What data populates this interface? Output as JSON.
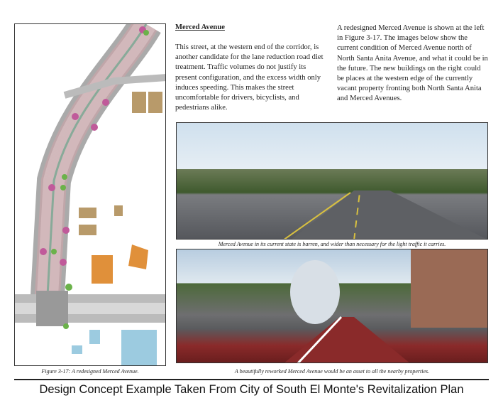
{
  "heading": "Merced Avenue",
  "para1": "This street, at the western end of the corridor, is another candidate for the lane reduction road diet treatment.  Traffic volumes do not justify its present configuration, and the excess width only induces speeding.  This makes the street uncomfortable for drivers, bicyclists, and pedestrians alike.",
  "para2": "A redesigned Merced Avenue is shown at the left in Figure 3-17.  The images below show the current condition of Merced Avenue north of North Santa Anita Avenue, and what it could be in the future.  The new buildings on the right could be places at the western edge of the currently vacant property fronting both North Santa Anita and Merced Avenues.",
  "caption_top": "Merced Avenue in its current state is barren, and wider than necessary for the light traffic it carries.",
  "caption_bottom": "A beautifully reworked Merced Avenue would be an asset to all the nearby properties.",
  "caption_map": "Figure 3-17:  A redesigned Merced Avenue.",
  "footer_title": "Design Concept Example Taken From City of South El Monte's Revitalization Plan"
}
